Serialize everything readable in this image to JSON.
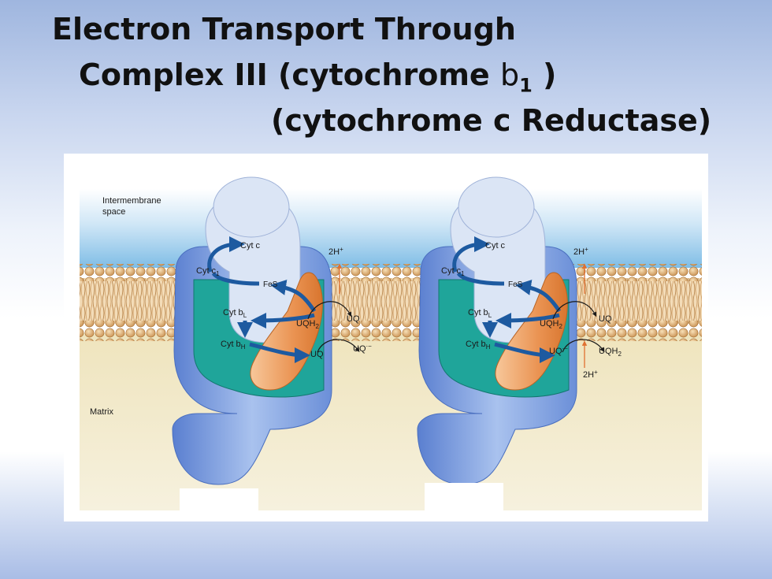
{
  "slide": {
    "title_line1": "Electron Transport Through",
    "title_line2_pre": "Complex III (cytochrome ",
    "title_line2_b": "b",
    "title_line2_sub": "1",
    "title_line2_post": " )",
    "title_line3": "(cytochrome c Reductase)"
  },
  "figure": {
    "regions": {
      "top": [
        "Intermembrane",
        "space"
      ],
      "bottom": "Matrix"
    },
    "labels": {
      "cytc": "Cyt c",
      "cytc1": "Cyt c",
      "cytc1_sub": "1",
      "fes": "FeS",
      "cytbl": "Cyt b",
      "cytbl_sub": "L",
      "cytbh": "Cyt b",
      "cytbh_sub": "H",
      "uqh2": "UQH",
      "uqh2_sub": "2",
      "uq": "UQ",
      "uq_radical": "UQ",
      "radical_mark": "·−",
      "two_h": "2H",
      "h_sup": "+"
    }
  },
  "colors": {
    "protein_blue": "#8fb0e6",
    "protein_pale": "#dbe5f5",
    "protein_teal": "#1fa59a",
    "orange": "#e8924a",
    "arrow_blue": "#1d5aa0",
    "membrane_head": "#d9a86a",
    "intermembrane_blue": "#86c3e8",
    "matrix_sand": "#efe6c4"
  }
}
